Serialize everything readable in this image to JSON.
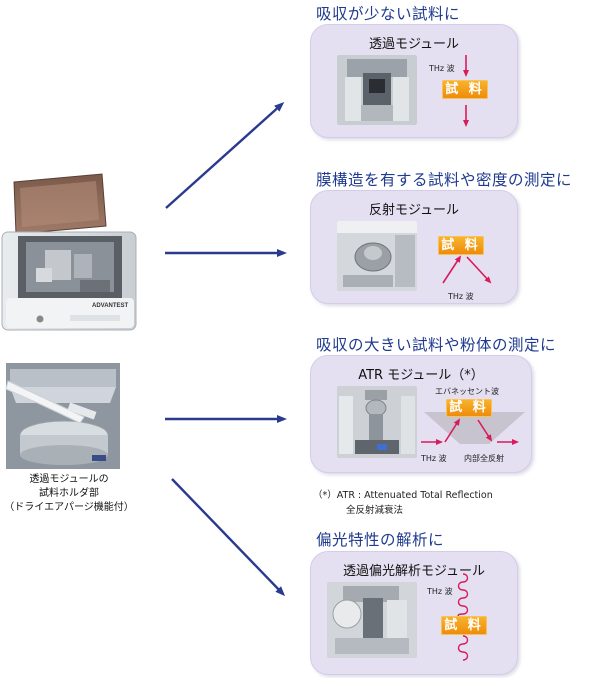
{
  "left": {
    "device_brand": "ADVANTEST",
    "holder_caption": [
      "透過モジュールの",
      "試料ホルダ部",
      "（ドライエアパージ機能付）"
    ]
  },
  "modules": [
    {
      "heading": "吸収が少ない試料に",
      "title": "透過モジュール",
      "badge": "試 料",
      "wave_label": "THz 波"
    },
    {
      "heading": "膜構造を有する試料や密度の測定に",
      "title": "反射モジュール",
      "badge": "試 料",
      "wave_label": "THz 波"
    },
    {
      "heading": "吸収の大きい試料や粉体の測定に",
      "title": "ATR モジュール（*）",
      "badge": "試 料",
      "wave_label": "THz 波",
      "evanescent_label": "エバネッセント波",
      "reflection_label": "内部全反射"
    },
    {
      "heading": "偏光特性の解析に",
      "title": "透過偏光解析モジュール",
      "badge": "試 料",
      "wave_label": "THz 波"
    }
  ],
  "footnote": {
    "line1": "（*）ATR : Attenuated Total Reflection",
    "line2": "全反射減衰法"
  },
  "colors": {
    "heading": "#1f3a8f",
    "arrow": "#2a3b8f",
    "card": "#e4e0f1",
    "beam": "#d81b5a",
    "badge": "#f0950f"
  }
}
